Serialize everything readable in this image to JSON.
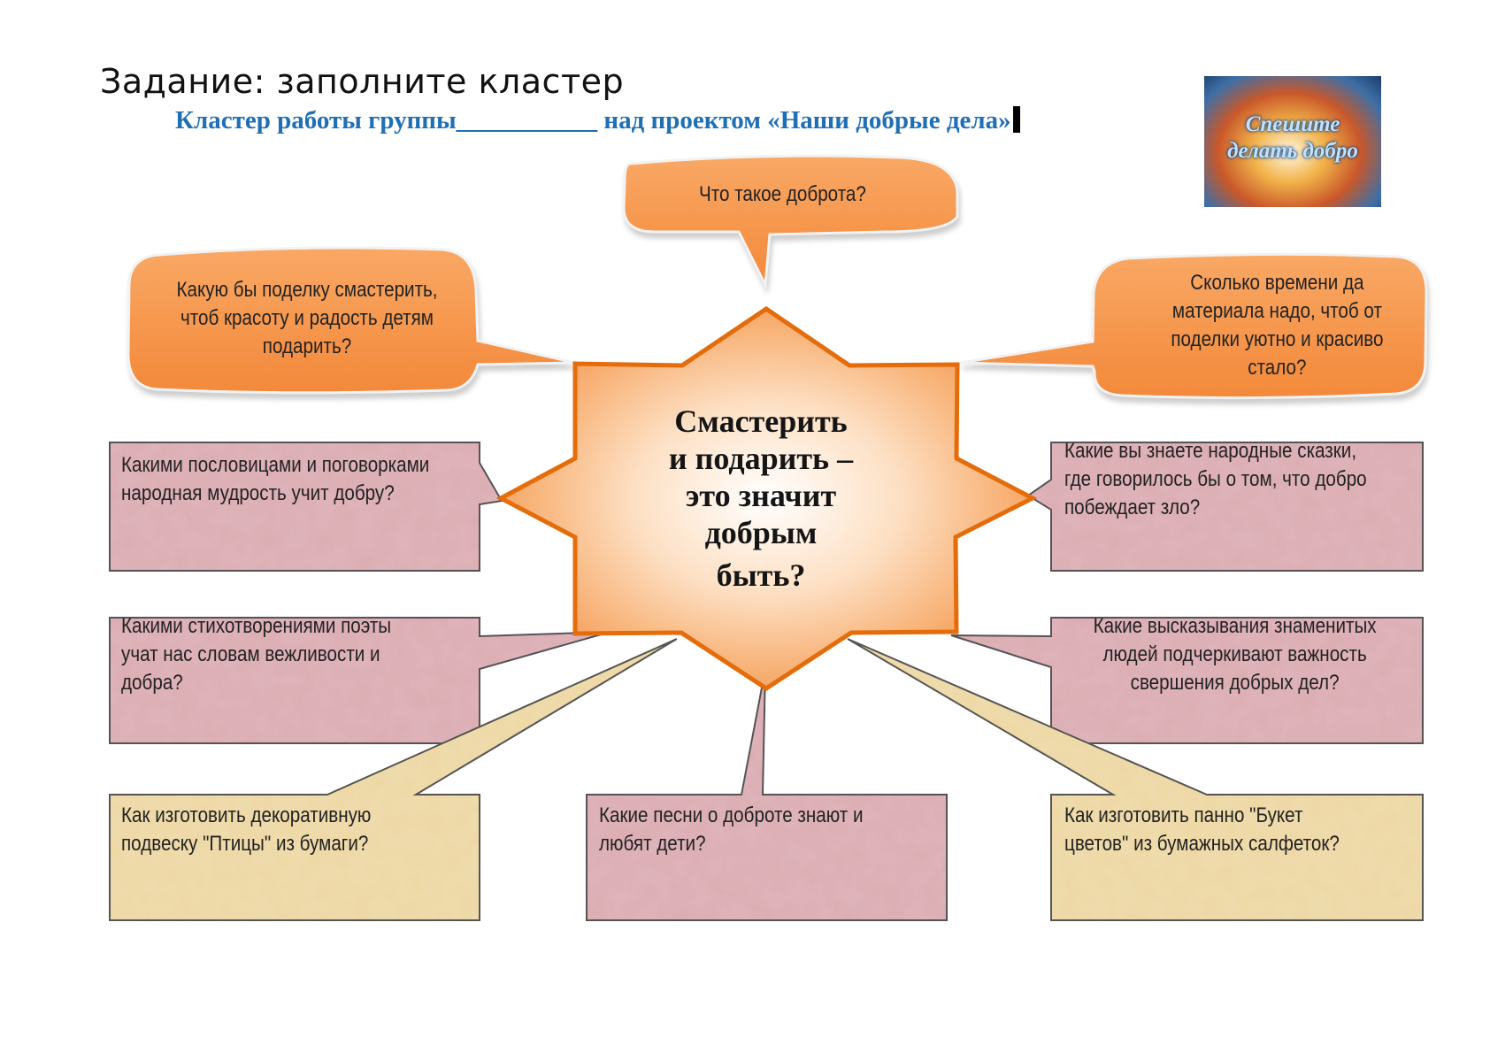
{
  "header": {
    "title": "Задание: заполните кластер",
    "subtitle": "Кластер работы группы___________ над проектом «Наши добрые дела»"
  },
  "logo": {
    "line1": "Спешите",
    "line2": "делать добро"
  },
  "center": {
    "lines": [
      "Смастерить",
      "и подарить –",
      "это значит",
      "добрым",
      "быть?"
    ]
  },
  "callouts": {
    "top": "Что такое доброта?",
    "left": [
      "Какую бы поделку смастерить,",
      "чтоб красоту и радость детям",
      "подарить?"
    ],
    "right": [
      "Сколько времени да",
      "материала надо, чтоб от",
      "поделки уютно и красиво",
      "стало?"
    ]
  },
  "boxes": {
    "left_1": [
      "Какими пословицами и поговорками",
      "народная мудрость учит добру?"
    ],
    "left_2": [
      "Какими стихотворениями поэты",
      "учат нас словам вежливости и",
      "добра?"
    ],
    "left_3": [
      "Как изготовить декоративную",
      "подвеску \"Птицы\" из бумаги?"
    ],
    "center_bottom": [
      "Какие песни о доброте знают и",
      "любят дети?"
    ],
    "right_1": [
      "Какие вы знаете народные сказки,",
      "где говорилось бы о том, что добро",
      "побеждает зло?"
    ],
    "right_2": [
      "Какие высказывания знаменитых",
      "людей подчеркивают важность",
      "свершения добрых дел?"
    ],
    "right_3": [
      "Как изготовить панно \"Букет",
      "цветов\" из бумажных салфеток?"
    ]
  },
  "colors": {
    "orange_fill": "#f79646",
    "orange_stroke": "#e46c0a",
    "pink_fill": "#dfb5bb",
    "beige_fill": "#efdcae",
    "title_blue": "#1f6fb4"
  }
}
